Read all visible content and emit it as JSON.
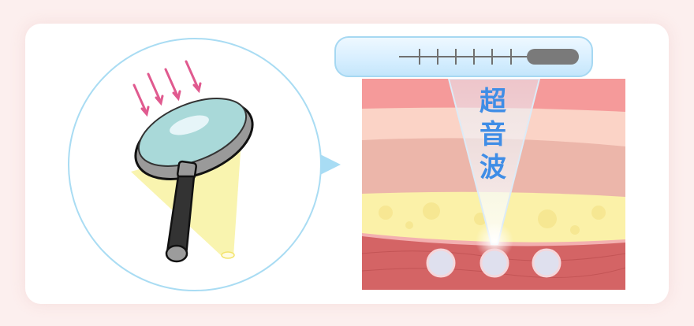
{
  "diagram": {
    "title_label": "",
    "ultrasound_label": {
      "chars": [
        "超",
        "音",
        "波"
      ],
      "text": "超音波"
    },
    "left_panel": {
      "subject": "magnifying-glass",
      "arrow_count": 4,
      "description": "Magnifying glass focusing light to a point"
    },
    "right_panel": {
      "device": "ultrasound-probe",
      "tick_count": 6,
      "layers": [
        "epidermis",
        "dermis-upper",
        "dermis-lower",
        "fat",
        "muscle"
      ],
      "focal_points": 3
    },
    "colors": {
      "background": "#fcefee",
      "card": "#ffffff",
      "circle_border": "#a9dcf3",
      "pointer": "#a8dcf4",
      "arrows": "#e05a8f",
      "label": "#3f8de6",
      "layer_epidermis": "#f59a9a",
      "layer_dermis_upper": "#fbd3c6",
      "layer_dermis_lower": "#ecb6aa",
      "layer_fat": "#fbf1a8",
      "layer_muscle": "#d46465"
    }
  }
}
